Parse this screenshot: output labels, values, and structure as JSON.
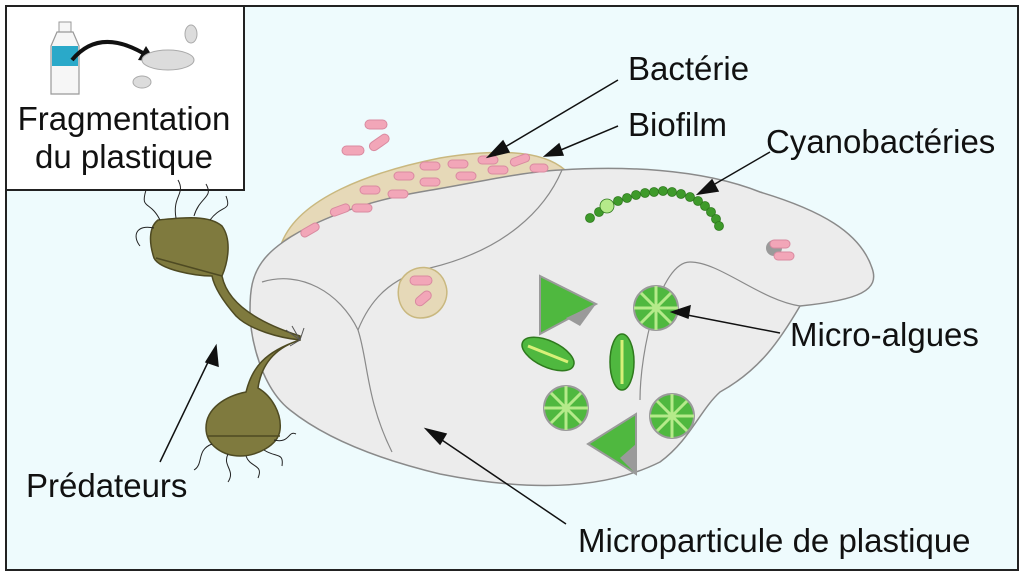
{
  "inset": {
    "line1": "Fragmentation",
    "line2": "du plastique"
  },
  "labels": {
    "bacterie": "Bactérie",
    "biofilm": "Biofilm",
    "cyanobacteries": "Cyanobactéries",
    "micro_algues": "Micro-algues",
    "predateurs": "Prédateurs",
    "microparticule": "Microparticule de plastique"
  },
  "colors": {
    "background": "#eefbfd",
    "particle": "#ececec",
    "biofilm": "#e6d9b8",
    "bacteria": "#f2a6b8",
    "algae": "#4fb83f",
    "cyanobacteria": "#3e9a2a",
    "predator": "#7f7a3e"
  }
}
